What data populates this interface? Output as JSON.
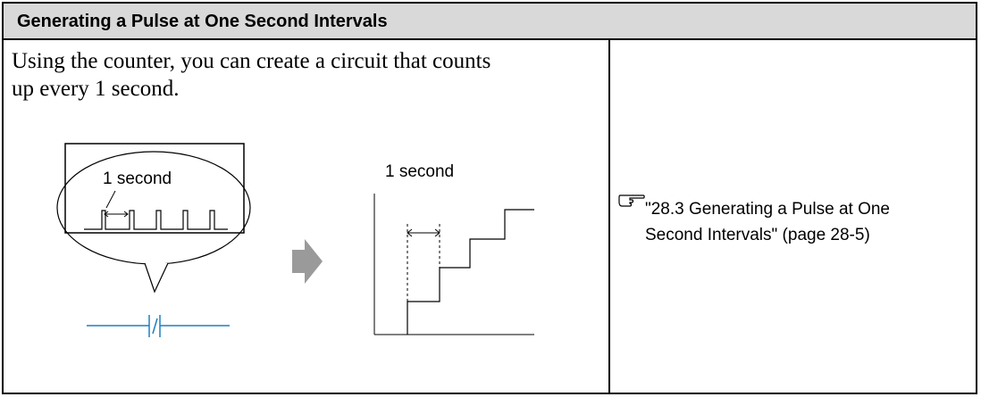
{
  "header": {
    "title": "Generating a Pulse at One Second Intervals"
  },
  "description": {
    "line1": "Using the counter, you can create a circuit that counts",
    "line2": "up every 1 second."
  },
  "diagram": {
    "pulse_label": "1 second",
    "step_label": "1 second",
    "arrow_icon": "right-arrow-icon",
    "contact_icon": "normally-closed-contact-icon",
    "contact_color": "#1f7fbf"
  },
  "reference": {
    "icon": "pointing-hand-icon",
    "line1": "\"28.3 Generating a Pulse at One",
    "line2": "Second Intervals\" (page 28-5)"
  }
}
